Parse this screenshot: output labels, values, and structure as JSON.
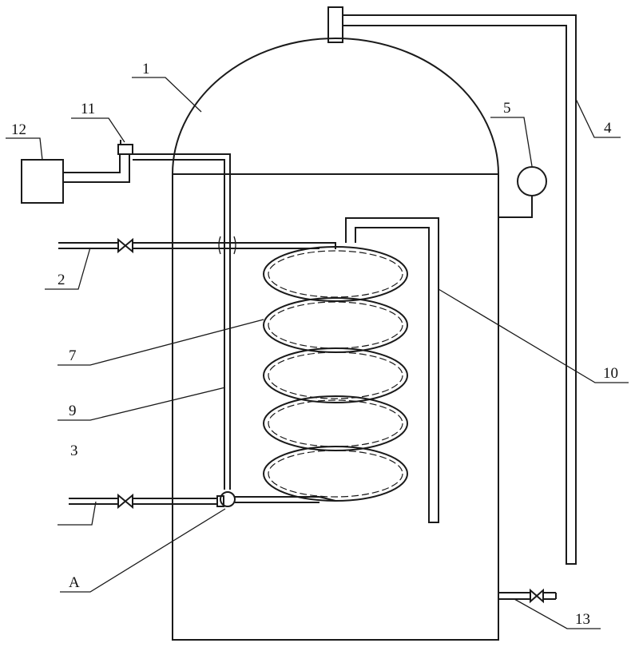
{
  "labels": {
    "l1": "1",
    "l2": "2",
    "l3": "3",
    "l4": "4",
    "l5": "5",
    "l7": "7",
    "l9": "9",
    "l10": "10",
    "l11": "11",
    "l12": "12",
    "l13": "13",
    "lA": "A"
  },
  "colors": {
    "line": "#1a1a1a",
    "background": "#ffffff"
  }
}
